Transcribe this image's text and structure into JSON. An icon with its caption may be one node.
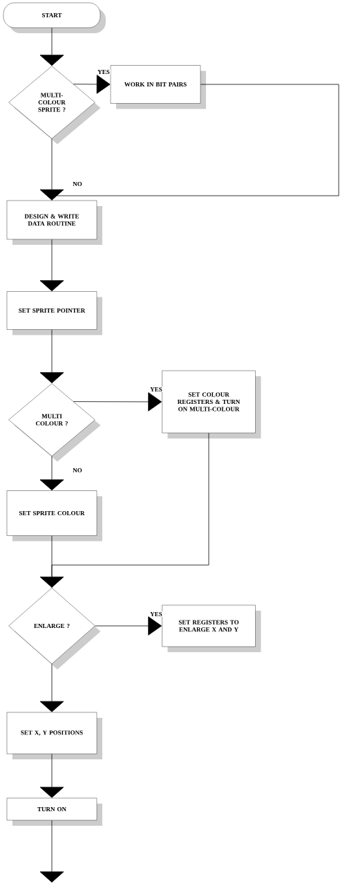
{
  "diagram": {
    "nodes": [
      {
        "text": [
          "START"
        ]
      },
      {
        "text": [
          "MULTI-COLOUR SPRITE ?"
        ]
      },
      {
        "text": [
          "WORK IN BIT PAIRS"
        ]
      },
      {
        "text": [
          "DESIGN & WRITE DATA ROUTINE"
        ]
      },
      {
        "text": [
          "SET SPRITE POINTER"
        ]
      },
      {
        "text": [
          "MULTI COLOUR ?"
        ]
      },
      {
        "text": [
          "SET COLOUR REGISTERS & TURN ON MULTI-COLOUR"
        ]
      },
      {
        "text": [
          "SET SPRITE COLOUR"
        ]
      },
      {
        "text": [
          "ENLARGE ?"
        ]
      },
      {
        "text": [
          "SET REGISTERS TO ENLARGE X AND Y"
        ]
      },
      {
        "text": [
          "SET X, Y POSITIONS"
        ]
      },
      {
        "text": [
          "TURN ON"
        ]
      }
    ],
    "edges": [
      {
        "from": 0,
        "to": 1,
        "arrow": "to"
      },
      {
        "from": 1,
        "to": 2,
        "arrow": "to",
        "label": "YES"
      },
      {
        "from": 1,
        "to": 3,
        "arrow": "to",
        "label": "NO"
      },
      {
        "from": 2,
        "to": 3,
        "arrow": "none"
      },
      {
        "from": 3,
        "to": 4,
        "arrow": "to"
      },
      {
        "from": 4,
        "to": 5,
        "arrow": "to"
      },
      {
        "from": 5,
        "to": 6,
        "arrow": "to",
        "label": "YES"
      },
      {
        "from": 5,
        "to": 7,
        "arrow": "to",
        "label": "NO"
      },
      {
        "from": 6,
        "to": 8,
        "arrow": "none"
      },
      {
        "from": 7,
        "to": 8,
        "arrow": "to"
      },
      {
        "from": 8,
        "to": 9,
        "arrow": "to",
        "label": "YES"
      },
      {
        "from": 8,
        "to": 10,
        "arrow": "to"
      },
      {
        "from": 10,
        "to": 11,
        "arrow": "to"
      },
      {
        "from": 11,
        "to": null,
        "arrow": "to"
      }
    ]
  }
}
